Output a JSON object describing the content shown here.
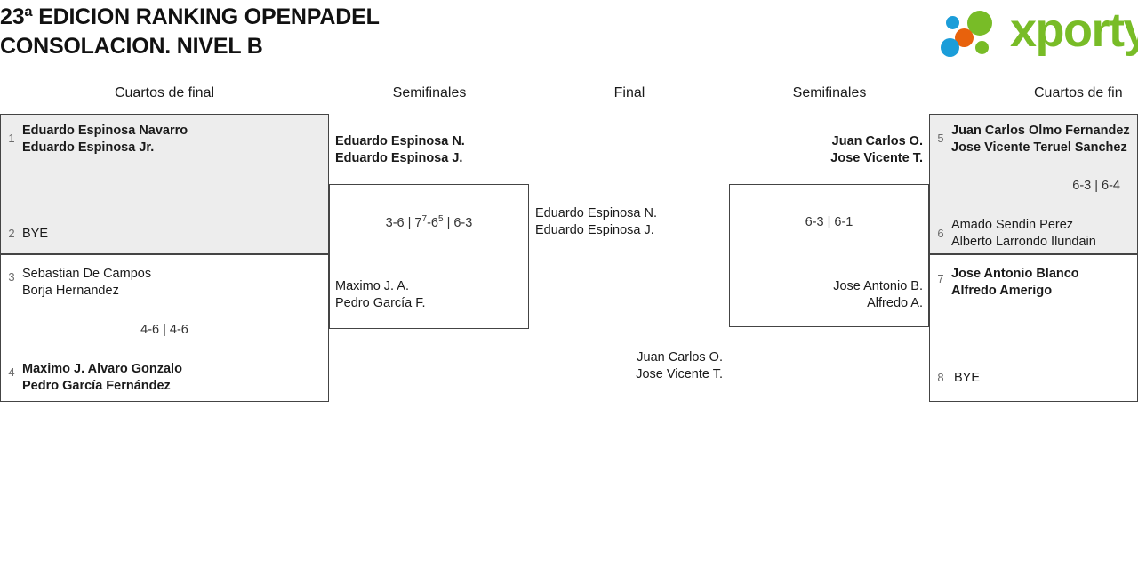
{
  "header": {
    "title": "23ª EDICION RANKING OPENPADEL\nCONSOLACION. NIVEL B",
    "logo": {
      "wordmark": "xporty",
      "green": "#78bc27",
      "blue": "#1b9dd9",
      "orange": "#e8620c"
    }
  },
  "rounds": [
    {
      "id": "qf-left",
      "label": "Cuartos de final"
    },
    {
      "id": "sf-left",
      "label": "Semifinales"
    },
    {
      "id": "final",
      "label": "Final"
    },
    {
      "id": "sf-right",
      "label": "Semifinales"
    },
    {
      "id": "qf-right",
      "label": "Cuartos de fin"
    }
  ],
  "bracket": {
    "qf_left": [
      {
        "seed_top": "1",
        "top_line1": "Eduardo Espinosa Navarro",
        "top_line2": "Eduardo Espinosa Jr.",
        "top_winner": true,
        "score": "",
        "seed_bottom": "2",
        "bottom_line1": "BYE",
        "bottom_line2": "",
        "bottom_winner": false,
        "shaded": true
      },
      {
        "seed_top": "3",
        "top_line1": "Sebastian De Campos",
        "top_line2": "Borja Hernandez",
        "top_winner": false,
        "score": "4-6 | 4-6",
        "seed_bottom": "4",
        "bottom_line1": "Maximo J. Alvaro Gonzalo",
        "bottom_line2": "Pedro García Fernández",
        "bottom_winner": true,
        "shaded": false
      }
    ],
    "sf_left": {
      "top_line1": "Eduardo Espinosa N.",
      "top_line2": "Eduardo Espinosa J.",
      "top_winner": true,
      "score_pre": "3-6 | 7",
      "score_sup1": "7",
      "score_mid": "-6",
      "score_sup2": "5",
      "score_post": " | 6-3",
      "score_plain": "3-6 | 77-65 | 6-3",
      "bottom_line1": "Maximo J. A.",
      "bottom_line2": "Pedro García F.",
      "bottom_winner": false
    },
    "final": {
      "left_line1": "Eduardo Espinosa N.",
      "left_line2": "Eduardo Espinosa J.",
      "left_winner": false,
      "right_line1": "Juan Carlos O.",
      "right_line2": "Jose Vicente T.",
      "right_winner": false
    },
    "sf_right": {
      "top_line1": "Juan Carlos O.",
      "top_line2": "Jose Vicente T.",
      "top_winner": true,
      "score": "6-3 | 6-1",
      "bottom_line1": "Jose Antonio B.",
      "bottom_line2": "Alfredo A.",
      "bottom_winner": false
    },
    "qf_right": [
      {
        "seed_top": "5",
        "top_line1": "Juan Carlos Olmo Fernandez",
        "top_line2": "Jose Vicente Teruel Sanchez",
        "top_winner": true,
        "score": "6-3 | 6-4",
        "seed_bottom": "6",
        "bottom_line1": "Amado Sendin Perez",
        "bottom_line2": "Alberto Larrondo Ilundain",
        "bottom_winner": false,
        "shaded": true
      },
      {
        "seed_top": "7",
        "top_line1": "Jose Antonio Blanco",
        "top_line2": "Alfredo Amerigo",
        "top_winner": true,
        "score": "",
        "seed_bottom": "8",
        "bottom_line1": "BYE",
        "bottom_line2": "",
        "bottom_winner": false,
        "shaded": false
      }
    ]
  }
}
